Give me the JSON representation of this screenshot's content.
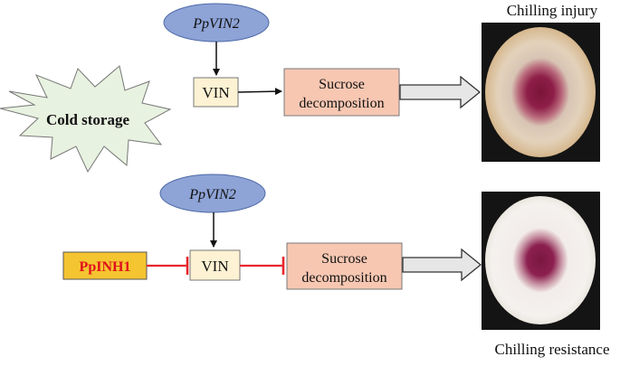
{
  "colors": {
    "gene_fill": "#8ea3d6",
    "vin_fill": "#fdf2d3",
    "sucrose_fill": "#f7c7b2",
    "inhibitor_fill": "#f4c431",
    "inhibitor_text": "#e0101a",
    "cold_fill": "#e8f2e0",
    "inhibit_line": "#e8262d",
    "arrow_fill": "#e6e6e6"
  },
  "top_pathway": {
    "gene": "PpVIN2",
    "enzyme": "VIN",
    "process_line1": "Sucrose",
    "process_line2": "decomposition",
    "outcome": "Chilling injury"
  },
  "condition": {
    "label": "Cold storage",
    "icon": "starburst-icon"
  },
  "bottom_pathway": {
    "inhibitor": "PpINH1",
    "gene": "PpVIN2",
    "enzyme": "VIN",
    "process_line1": "Sucrose",
    "process_line2": "decomposition",
    "outcome": "Chilling resistance"
  }
}
